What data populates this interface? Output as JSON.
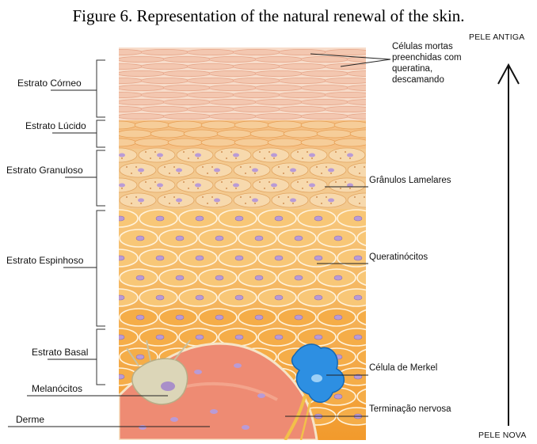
{
  "caption": "Figure 6. Representation of the  natural renewal of the skin.",
  "left_labels": {
    "corneo": "Estrato Córneo",
    "lucido": "Estrato Lúcido",
    "granuloso": "Estrato Granuloso",
    "espinhoso": "Estrato Espinhoso",
    "basal": "Estrato Basal",
    "melanocitos": "Melanócitos",
    "derme": "Derme"
  },
  "right_labels": {
    "celulas_mortas": "Células mortas preenchidas com queratina, descamando",
    "granulos": "Grânulos Lamelares",
    "queratinocitos": "Queratinócitos",
    "merkel": "Célula de Merkel",
    "terminacao": "Terminação nervosa"
  },
  "arrow": {
    "top": "PELE ANTIGA",
    "bottom": "PELE NOVA"
  },
  "colors": {
    "corneo": "#f6d6c4",
    "lucido": "#f4c08a",
    "granuloso": "#f4cf9a",
    "espinhoso": "#f7b455",
    "derme": "#ef8f72",
    "nucleus": "#b99bd6",
    "merkel": "#2f8fe0",
    "melanocyte": "#d9d3b4"
  }
}
